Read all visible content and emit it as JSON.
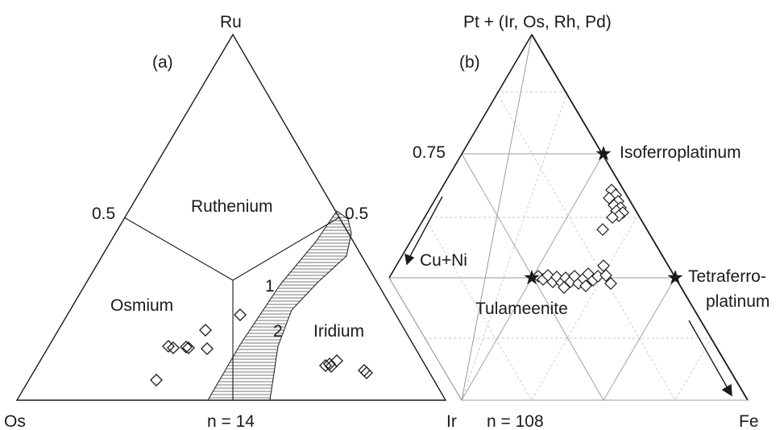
{
  "panel_a": {
    "label": "(a)",
    "apex_top": "Ru",
    "apex_left": "Os",
    "tick_left": "0.5",
    "tick_right": "0.5",
    "fields": {
      "ruthenium": "Ruthenium",
      "osmium": "Osmium",
      "iridium": "Iridium",
      "field1": "1",
      "field2": "2"
    },
    "n_label": "n = 14"
  },
  "panel_b": {
    "label": "(b)",
    "apex_top": "Pt + (Ir, Os, Rh, Pd)",
    "apex_left": "Ir",
    "apex_right": "Fe",
    "tick_label": "0.75",
    "phases": {
      "isoferroplatinum": "Isoferroplatinum",
      "tetraferro_line1": "Tetraferro-",
      "tetraferro_line2": "platinum",
      "tulameenite": "Tulameenite"
    },
    "arrow_label": "Cu+Ni",
    "n_label": "n = 108"
  },
  "colors": {
    "ink": "#1a1a1a",
    "grid": "#9a9a9a",
    "hatch": "#555555"
  }
}
